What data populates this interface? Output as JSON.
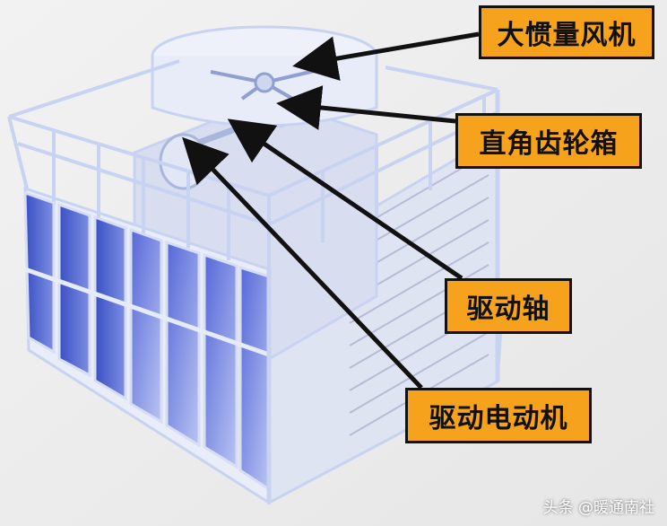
{
  "labels": {
    "fan": "大惯量风机",
    "gearbox": "直角齿轮箱",
    "shaft": "驱动轴",
    "motor": "驱动电动机"
  },
  "watermark": "头条 @暖通南社",
  "colors": {
    "callout_fill": "#f6a21c",
    "frame_line": "#c7d3f0",
    "louver_blue": "#4a5fd0",
    "arrow": "#111111"
  }
}
